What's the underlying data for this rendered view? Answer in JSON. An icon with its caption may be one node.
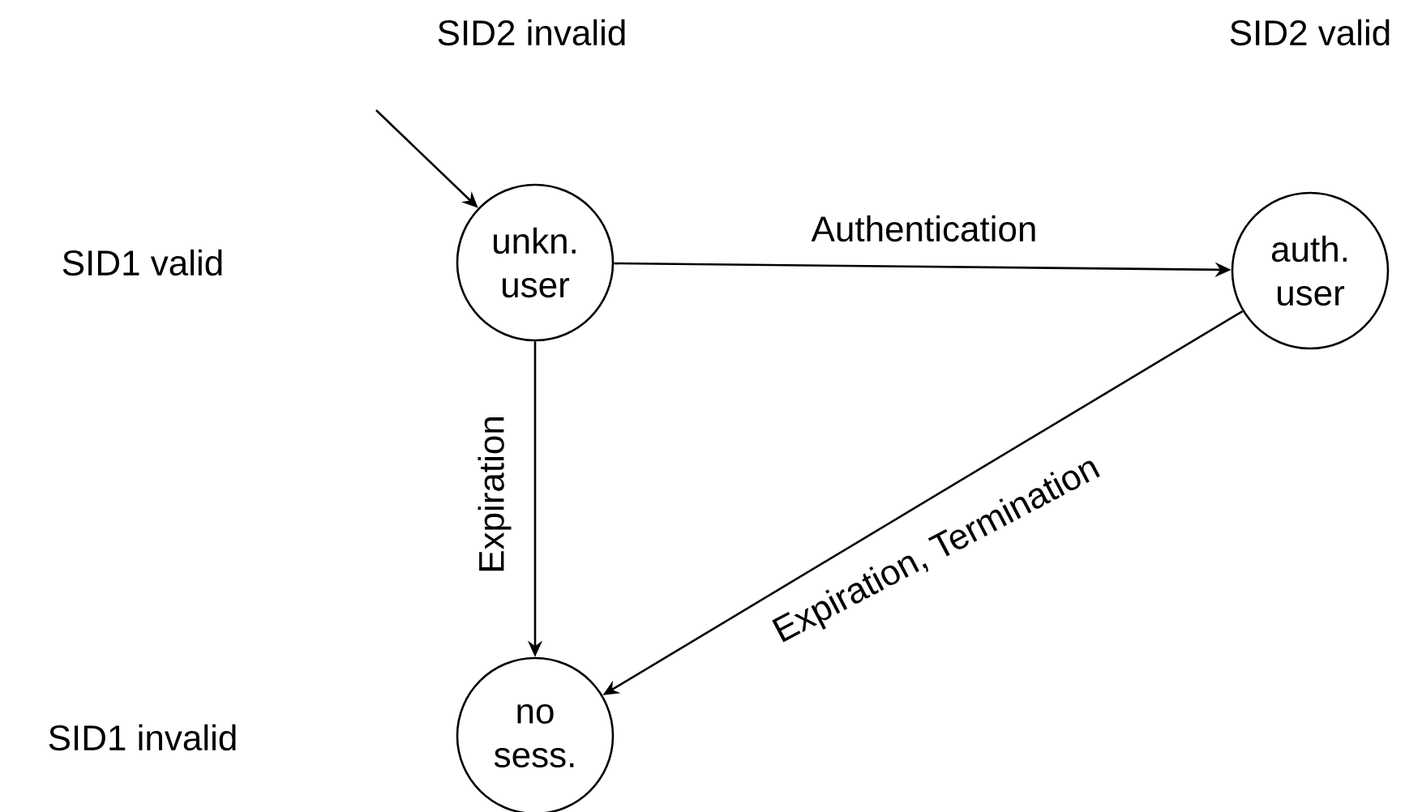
{
  "diagram": {
    "nodes": [
      {
        "text": [
          "unkn. user"
        ]
      },
      {
        "text": [
          "auth. user"
        ]
      },
      {
        "text": [
          "no sess."
        ]
      }
    ],
    "edges": [
      {
        "from": null,
        "to": 0,
        "arrow": "to"
      },
      {
        "from": 0,
        "to": 1,
        "arrow": "to",
        "label": "Authentication"
      },
      {
        "from": 0,
        "to": 2,
        "arrow": "to",
        "label": "Expiration"
      },
      {
        "from": 1,
        "to": 2,
        "arrow": "to",
        "label": "Expiration, Termination"
      }
    ],
    "labels": [
      "SID2 invalid",
      "SID2 valid",
      "SID1 valid",
      "SID1 invalid"
    ]
  }
}
